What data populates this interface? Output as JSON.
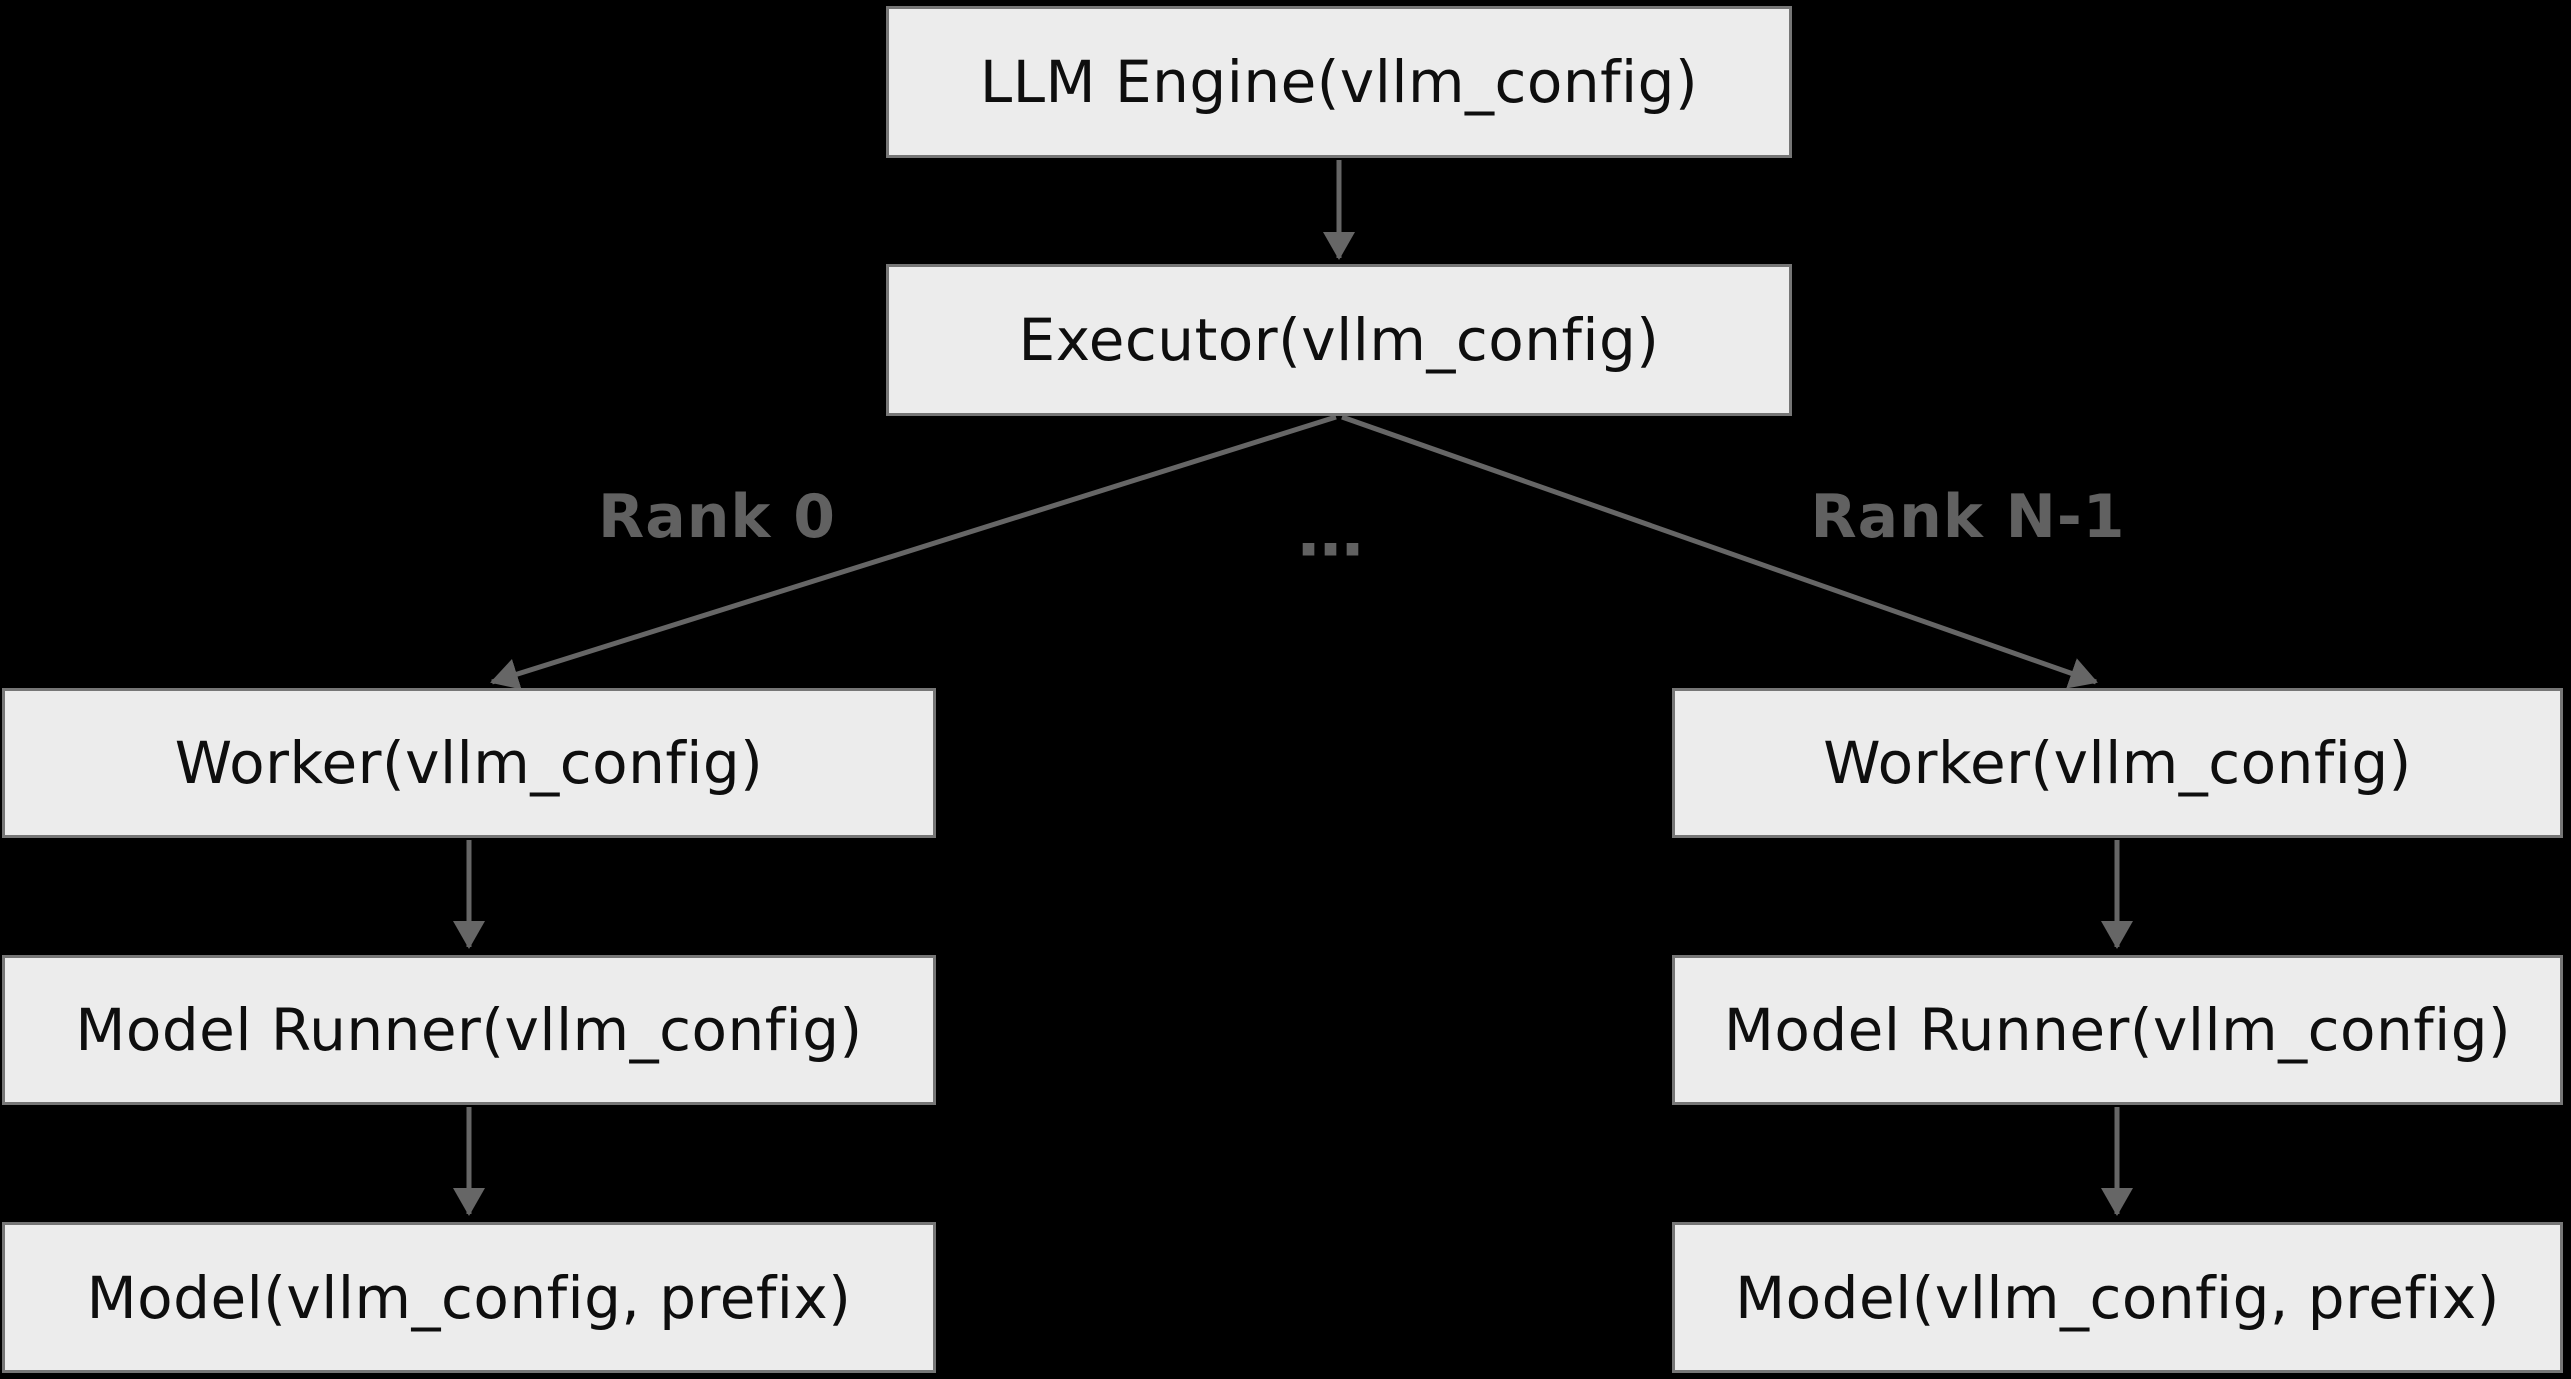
{
  "diagram": {
    "colors": {
      "bg": "#000000",
      "node_fill": "#ececec",
      "node_border": "#767676",
      "node_text": "#0e0e0e",
      "edge": "#666666",
      "edge_label": "#616161"
    },
    "nodes": {
      "llm_engine": {
        "label": "LLM Engine(vllm_config)"
      },
      "executor": {
        "label": "Executor(vllm_config)"
      },
      "worker_left": {
        "label": "Worker(vllm_config)"
      },
      "model_runner_left": {
        "label": "Model Runner(vllm_config)"
      },
      "model_left": {
        "label": "Model(vllm_config, prefix)"
      },
      "worker_right": {
        "label": "Worker(vllm_config)"
      },
      "model_runner_right": {
        "label": "Model Runner(vllm_config)"
      },
      "model_right": {
        "label": "Model(vllm_config, prefix)"
      }
    },
    "edge_labels": {
      "rank0": "Rank 0",
      "ellipsis": "…",
      "rank_n": "Rank N-1"
    }
  }
}
